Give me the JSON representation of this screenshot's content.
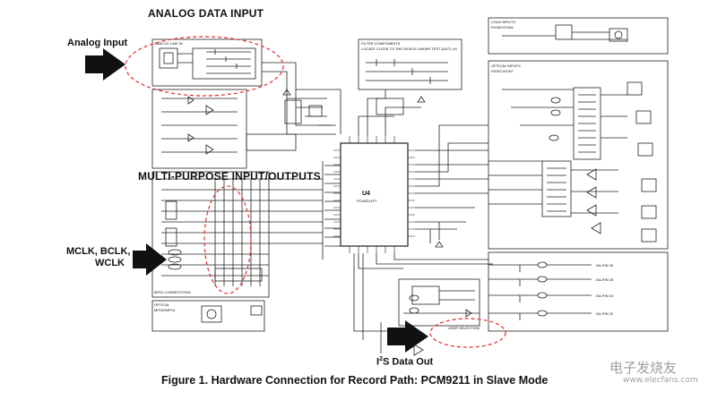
{
  "callouts": {
    "analog_data_input": "ANALOG DATA INPUT",
    "analog_input": "Analog Input",
    "multi_purpose": "MULTI-PURPOSE INPUT/OUTPUTS",
    "mclk_line1": "MCLK, BCLK,",
    "mclk_line2": "WCLK",
    "i2s_prefix": "I",
    "i2s_sup": "2",
    "i2s_rest": "S Data Out"
  },
  "caption": "Figure 1. Hardware Connection for Record Path: PCM9211 in Slave Mode",
  "blocks": {
    "analog_line_in": "ANALOG LINE IN",
    "filter_components": "FILTER COMPONENTS",
    "filter_note": "LOCATE CLOSE TO THE DEVICE UNDER TEST (DUT) U4",
    "coax_inputs": "COAX INPUTS",
    "coax_sub": "RXIN0-RXIN1",
    "optical_inputs": "OPTICAL INPUTS",
    "optical_sub": "RXIN2-RXIN7",
    "mpio_connections": "MPIO CONNECTIONS",
    "optical_out": "OPTICAL",
    "optical_out_sub": "MPO0/MPO1",
    "user_selection": "USER SELECTION"
  },
  "chip": {
    "name": "U4",
    "part": "PCM9211PT"
  },
  "outputs": [
    "DA-PIN 26",
    "DA-PIN 28",
    "DA-PIN 24",
    "DA-PIN 22"
  ],
  "watermark": {
    "cn": "电子发烧友",
    "en": "www.elecfans.com"
  }
}
